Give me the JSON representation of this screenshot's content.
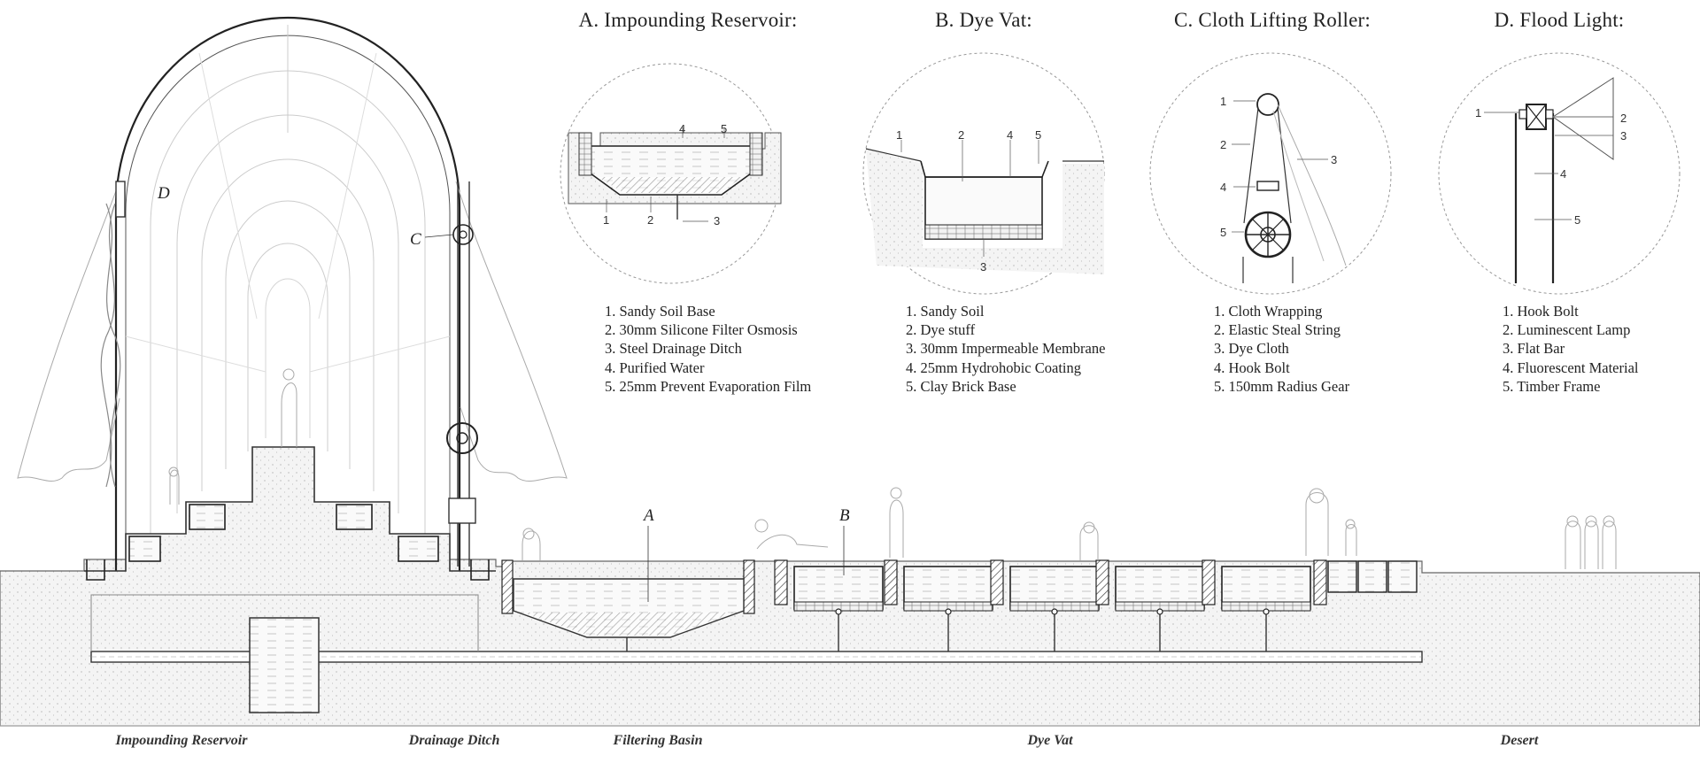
{
  "details": [
    {
      "title": "A. Impounding Reservoir:",
      "items": [
        "1. Sandy Soil Base",
        "2. 30mm Silicone Filter Osmosis",
        "3. Steel Drainage Ditch",
        "4. Purified Water",
        "5. 25mm Prevent Evaporation Film"
      ],
      "callouts": [
        "1",
        "2",
        "3",
        "4",
        "5"
      ]
    },
    {
      "title": "B. Dye Vat:",
      "items": [
        "1. Sandy Soil",
        "2. Dye stuff",
        "3. 30mm Impermeable Membrane",
        "4. 25mm Hydrohobic Coating",
        "5. Clay Brick Base"
      ],
      "callouts": [
        "1",
        "2",
        "3",
        "4",
        "5"
      ]
    },
    {
      "title": "C. Cloth Lifting Roller:",
      "items": [
        "1. Cloth Wrapping",
        "2. Elastic Steal String",
        "3. Dye Cloth",
        "4. Hook Bolt",
        "5. 150mm Radius Gear"
      ],
      "callouts": [
        "1",
        "2",
        "3",
        "4",
        "5"
      ]
    },
    {
      "title": "D. Flood Light:",
      "items": [
        "1. Hook Bolt",
        "2. Luminescent Lamp",
        "3. Flat Bar",
        "4. Fluorescent Material",
        "5. Timber Frame"
      ],
      "callouts": [
        "1",
        "2",
        "3",
        "4",
        "5"
      ]
    }
  ],
  "section_markers": {
    "a": "A",
    "b": "B",
    "c": "C",
    "d": "D"
  },
  "section_labels": [
    "Impounding Reservoir",
    "Drainage Ditch",
    "Filtering Basin",
    "Dye Vat",
    "Desert"
  ]
}
